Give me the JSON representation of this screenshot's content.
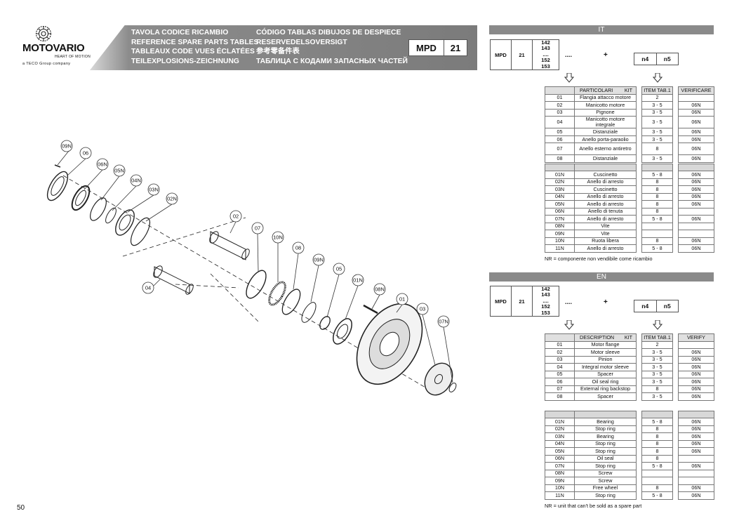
{
  "logo": {
    "brand": "MOTOVARIO",
    "tagline": "HEART OF MOTION",
    "group": "a TECO Group company",
    "icon": "gear-flower-icon"
  },
  "header": {
    "titles_left": [
      "TAVOLA CODICE RICAMBIO",
      "REFERENCE SPARE PARTS TABLES",
      "TABLEAUX CODE VUES ÉCLATÉES",
      "TEILEXPLOSIONS-ZEICHNUNG"
    ],
    "titles_right": [
      "CÓDIGO TABLAS DIBUJOS DE DESPIECE",
      "RESERVEDELSOVERSIGT",
      "参考零备件表",
      "ТАБЛИЦА С КОДАМИ ЗАПАСНЫХ ЧАСТЕЙ"
    ],
    "code_label": "MPD",
    "code_number": "21"
  },
  "page_number": "50",
  "drawing": {
    "callouts": [
      "09N",
      "06",
      "06N",
      "05N",
      "04N",
      "03N",
      "02N",
      "02",
      "07",
      "10N",
      "08",
      "09N",
      "05",
      "01N",
      "08N",
      "01",
      "03",
      "07N",
      "04"
    ]
  },
  "sections": [
    {
      "lang": "IT",
      "code": {
        "model": "MPD",
        "size": "21",
        "sizes": [
          "142",
          "143",
          "....",
          "152",
          "153"
        ],
        "dots": "....",
        "plus": "+",
        "n4": "n4",
        "n5": "n5"
      },
      "kit_header": {
        "code": "",
        "desc": "PARTICOLARI",
        "kit": "KIT",
        "item": "ITEM TAB.1",
        "verify": "VERIFICARE"
      },
      "kit_rows": [
        {
          "code": "01",
          "desc": "Flangia attacco motore",
          "item": "2",
          "verify": ""
        },
        {
          "code": "02",
          "desc": "Manicotto motore",
          "item": "3 - 5",
          "verify": "06N"
        },
        {
          "code": "03",
          "desc": "Pignone",
          "item": "3 - 5",
          "verify": "06N"
        },
        {
          "code": "04",
          "desc": "Manicotto motore integrale",
          "item": "3 - 5",
          "verify": "06N"
        },
        {
          "code": "05",
          "desc": "Distanziale",
          "item": "3 - 5",
          "verify": "06N"
        },
        {
          "code": "06",
          "desc": "Anello porta-paraolio",
          "item": "3 - 5",
          "verify": "06N"
        },
        {
          "code": "07",
          "desc": "Anello esterno antiretro",
          "item": "8",
          "verify": "06N"
        },
        {
          "code": "08",
          "desc": "Distanziale",
          "item": "3 - 5",
          "verify": "06N"
        }
      ],
      "n_rows": [
        {
          "code": "01N",
          "desc": "Cuscinetto",
          "item": "5 - 8",
          "verify": "06N"
        },
        {
          "code": "02N",
          "desc": "Anello di arresto",
          "item": "8",
          "verify": "06N"
        },
        {
          "code": "03N",
          "desc": "Cuscinetto",
          "item": "8",
          "verify": "06N"
        },
        {
          "code": "04N",
          "desc": "Anello di arresto",
          "item": "8",
          "verify": "06N"
        },
        {
          "code": "05N",
          "desc": "Anello di arresto",
          "item": "8",
          "verify": "06N"
        },
        {
          "code": "06N",
          "desc": "Anello di tenuta",
          "item": "8",
          "verify": ""
        },
        {
          "code": "07N",
          "desc": "Anello di arresto",
          "item": "5 - 8",
          "verify": "06N"
        },
        {
          "code": "08N",
          "desc": "Vite",
          "item": "",
          "verify": ""
        },
        {
          "code": "09N",
          "desc": "Vite",
          "item": "",
          "verify": ""
        },
        {
          "code": "10N",
          "desc": "Ruota libera",
          "item": "8",
          "verify": "06N"
        },
        {
          "code": "11N",
          "desc": "Anello di arresto",
          "item": "5 - 8",
          "verify": "06N"
        }
      ],
      "note": "NR = componente non vendibile come ricambio"
    },
    {
      "lang": "EN",
      "code": {
        "model": "MPD",
        "size": "21",
        "sizes": [
          "142",
          "143",
          "....",
          "152",
          "153"
        ],
        "dots": "....",
        "plus": "+",
        "n4": "n4",
        "n5": "n5"
      },
      "kit_header": {
        "code": "",
        "desc": "DESCRIPTION",
        "kit": "KIT",
        "item": "ITEM TAB.1",
        "verify": "VERIFY"
      },
      "kit_rows": [
        {
          "code": "01",
          "desc": "Motor flange",
          "item": "2",
          "verify": ""
        },
        {
          "code": "02",
          "desc": "Motor sleeve",
          "item": "3 - 5",
          "verify": "06N"
        },
        {
          "code": "03",
          "desc": "Pinion",
          "item": "3 - 5",
          "verify": "06N"
        },
        {
          "code": "04",
          "desc": "Integral motor sleeve",
          "item": "3 - 5",
          "verify": "06N"
        },
        {
          "code": "05",
          "desc": "Spacer",
          "item": "3 - 5",
          "verify": "06N"
        },
        {
          "code": "06",
          "desc": "Oil seal ring",
          "item": "3 - 5",
          "verify": "06N"
        },
        {
          "code": "07",
          "desc": "External ring backstop",
          "item": "8",
          "verify": "06N"
        },
        {
          "code": "08",
          "desc": "Spacer",
          "item": "3 - 5",
          "verify": "06N"
        }
      ],
      "n_rows": [
        {
          "code": "01N",
          "desc": "Bearing",
          "item": "5 - 8",
          "verify": "06N"
        },
        {
          "code": "02N",
          "desc": "Stop ring",
          "item": "8",
          "verify": "06N"
        },
        {
          "code": "03N",
          "desc": "Bearing",
          "item": "8",
          "verify": "06N"
        },
        {
          "code": "04N",
          "desc": "Stop ring",
          "item": "8",
          "verify": "06N"
        },
        {
          "code": "05N",
          "desc": "Stop ring",
          "item": "8",
          "verify": "06N"
        },
        {
          "code": "06N",
          "desc": "Oil seal",
          "item": "8",
          "verify": ""
        },
        {
          "code": "07N",
          "desc": "Stop ring",
          "item": "5 - 8",
          "verify": "06N"
        },
        {
          "code": "08N",
          "desc": "Screw",
          "item": "",
          "verify": ""
        },
        {
          "code": "09N",
          "desc": "Screw",
          "item": "",
          "verify": ""
        },
        {
          "code": "10N",
          "desc": "Free wheel",
          "item": "8",
          "verify": "06N"
        },
        {
          "code": "11N",
          "desc": "Stop ring",
          "item": "5 - 8",
          "verify": "06N"
        }
      ],
      "note": "NR = unit that can't be sold as a spare part"
    }
  ]
}
